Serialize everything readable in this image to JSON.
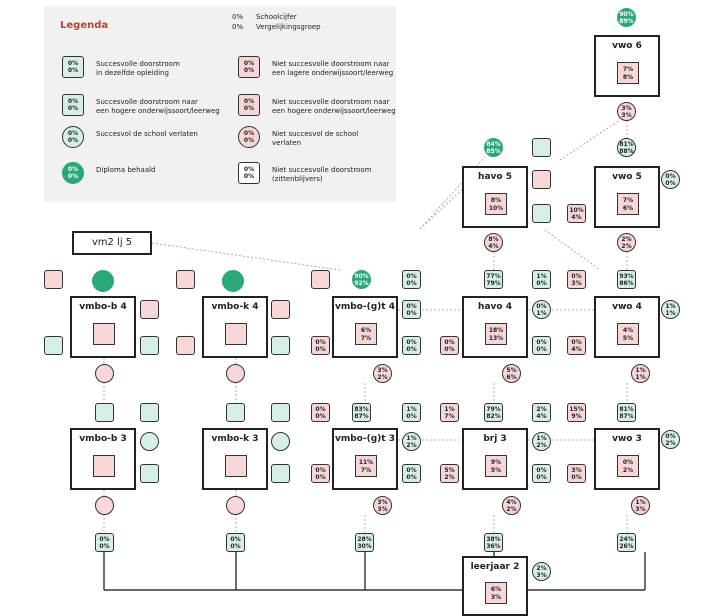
{
  "legend": {
    "title": "Legenda",
    "header": {
      "v1": "0%",
      "t1": "Schoolcijfer",
      "v2": "0%",
      "t2": "Vergelijkingsgroep"
    },
    "items": [
      {
        "text": "Succesvolle doorstroom\nin dezelfde opleiding",
        "v1": "0%",
        "v2": "0%"
      },
      {
        "text": "Succesvolle doorstroom naar\neen hogere onderwijssoort/leerweg",
        "v1": "0%",
        "v2": "0%"
      },
      {
        "text": "Succesvol de school verlaten",
        "v1": "0%",
        "v2": "0%"
      },
      {
        "text": "Diploma behaald",
        "v1": "0%",
        "v2": "0%"
      },
      {
        "text": "Niet succesvolle doorstroom naar\neen lagere onderwijssoort/leerweg",
        "v1": "0%",
        "v2": "0%"
      },
      {
        "text": "Niet succesvolle doorstroom naar\neen hogere onderwijssoort/leerweg",
        "v1": "0%",
        "v2": "0%"
      },
      {
        "text": "Niet succesvol de school\nverlaten",
        "v1": "0%",
        "v2": "0%"
      },
      {
        "text": "Niet succesvolle doorstroom\n(zittenblijvers)",
        "v1": "0%",
        "v2": "0%"
      }
    ]
  },
  "start_box": "vm2 lj 5",
  "boxes": {
    "vwo6": {
      "label": "vwo 6",
      "in": [
        "7%",
        "8%"
      ]
    },
    "havo5": {
      "label": "havo 5",
      "in": [
        "8%",
        "10%"
      ]
    },
    "vwo5": {
      "label": "vwo 5",
      "in": [
        "7%",
        "6%"
      ]
    },
    "vmbob4": {
      "label": "vmbo-b 4",
      "in": [
        "",
        ""
      ]
    },
    "vmbok4": {
      "label": "vmbo-k 4",
      "in": [
        "",
        ""
      ]
    },
    "vmbogt4": {
      "label": "vmbo-(g)t 4",
      "in": [
        "6%",
        "7%"
      ]
    },
    "havo4": {
      "label": "havo 4",
      "in": [
        "18%",
        "13%"
      ]
    },
    "vwo4": {
      "label": "vwo 4",
      "in": [
        "4%",
        "5%"
      ]
    },
    "vmbob3": {
      "label": "vmbo-b 3",
      "in": [
        "",
        ""
      ]
    },
    "vmbok3": {
      "label": "vmbo-k 3",
      "in": [
        "",
        ""
      ]
    },
    "vmbogt3": {
      "label": "vmbo-(g)t 3",
      "in": [
        "11%",
        "7%"
      ]
    },
    "brj3": {
      "label": "brj 3",
      "in": [
        "9%",
        "5%"
      ]
    },
    "vwo3": {
      "label": "vwo 3",
      "in": [
        "0%",
        "2%"
      ]
    },
    "leerjaar2": {
      "label": "leerjaar 2",
      "in": [
        "6%",
        "3%"
      ]
    }
  },
  "pills": {
    "vwo6_top": [
      "90%",
      "89%"
    ],
    "vwo6_bot": [
      "3%",
      "3%"
    ],
    "havo5_top": [
      "84%",
      "85%"
    ],
    "havo5_bot": [
      "8%",
      "4%"
    ],
    "havo5_right": [
      "10%",
      "4%"
    ],
    "vwo5_top": [
      "81%",
      "88%"
    ],
    "vwo5_right": [
      "0%",
      "0%"
    ],
    "vwo5_bot": [
      "2%",
      "2%"
    ],
    "gt4_top": [
      "90%",
      "92%"
    ],
    "gt4_r1": [
      "0%",
      "0%"
    ],
    "gt4_r2": [
      "0%",
      "0%"
    ],
    "gt4_r3": [
      "0%",
      "0%"
    ],
    "gt4_l": [
      "0%",
      "0%"
    ],
    "gt4_bot": [
      "3%",
      "2%"
    ],
    "havo4_top": [
      "77%",
      "79%"
    ],
    "havo4_l": [
      "0%",
      "0%"
    ],
    "havo4_r1": [
      "1%",
      "0%"
    ],
    "havo4_r2": [
      "0%",
      "1%"
    ],
    "havo4_r3": [
      "0%",
      "0%"
    ],
    "havo4_bot": [
      "5%",
      "6%"
    ],
    "vwo4_top": [
      "93%",
      "86%"
    ],
    "vwo4_l1": [
      "0%",
      "3%"
    ],
    "vwo4_l2": [
      "0%",
      "4%"
    ],
    "vwo4_right": [
      "1%",
      "1%"
    ],
    "vwo4_bot": [
      "1%",
      "1%"
    ],
    "gt3_top": [
      "83%",
      "87%"
    ],
    "gt3_l1": [
      "0%",
      "0%"
    ],
    "gt3_l2": [
      "0%",
      "0%"
    ],
    "gt3_r1": [
      "1%",
      "0%"
    ],
    "gt3_r2": [
      "1%",
      "2%"
    ],
    "gt3_r3": [
      "0%",
      "0%"
    ],
    "gt3_bot": [
      "3%",
      "3%"
    ],
    "brj3_top": [
      "79%",
      "82%"
    ],
    "brj3_l1": [
      "1%",
      "7%"
    ],
    "brj3_l2": [
      "5%",
      "2%"
    ],
    "brj3_r1": [
      "2%",
      "4%"
    ],
    "brj3_r2": [
      "1%",
      "2%"
    ],
    "brj3_r3": [
      "0%",
      "0%"
    ],
    "brj3_bot": [
      "4%",
      "2%"
    ],
    "vwo3_top": [
      "81%",
      "87%"
    ],
    "vwo3_l1": [
      "15%",
      "9%"
    ],
    "vwo3_l2": [
      "3%",
      "0%"
    ],
    "vwo3_right": [
      "0%",
      "2%"
    ],
    "vwo3_bot": [
      "1%",
      "3%"
    ],
    "lb_b": [
      "0%",
      "0%"
    ],
    "lb_k": [
      "0%",
      "0%"
    ],
    "lb_gt": [
      "28%",
      "30%"
    ],
    "lb_brj": [
      "38%",
      "36%"
    ],
    "lb_vwo": [
      "24%",
      "26%"
    ],
    "l2_right": [
      "2%",
      "3%"
    ]
  }
}
